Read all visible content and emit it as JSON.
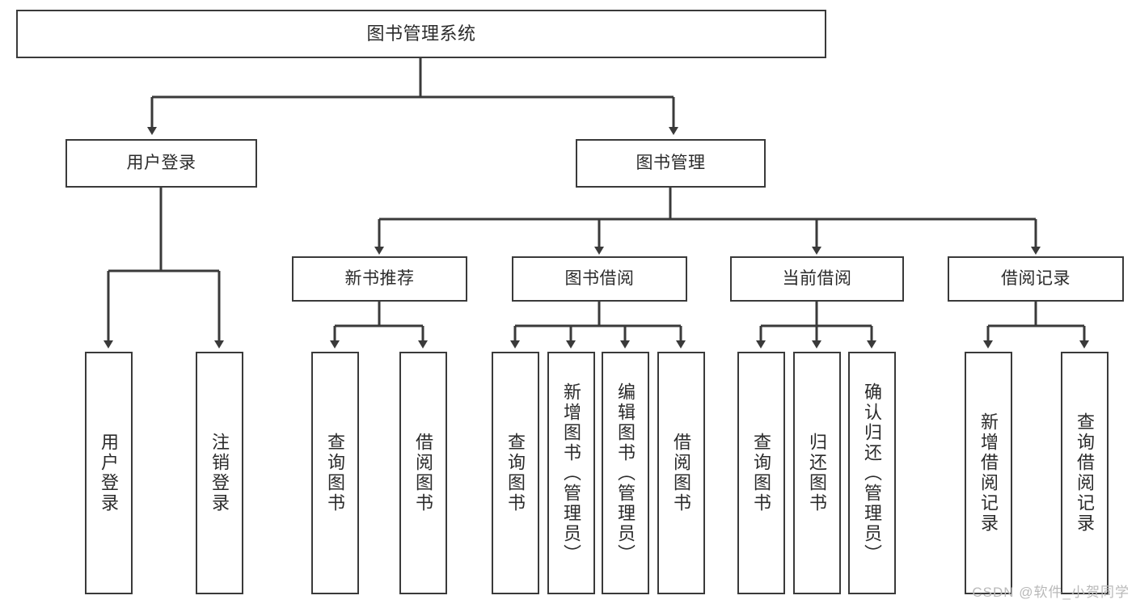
{
  "diagram": {
    "title_node": {
      "label": "图书管理系统"
    },
    "level1": [
      {
        "id": "user-login",
        "label": "用户登录"
      },
      {
        "id": "book-management",
        "label": "图书管理"
      }
    ],
    "level2": [
      {
        "id": "new-book-recommend",
        "label": "新书推荐"
      },
      {
        "id": "book-borrow",
        "label": "图书借阅"
      },
      {
        "id": "current-borrow",
        "label": "当前借阅"
      },
      {
        "id": "borrow-record",
        "label": "借阅记录"
      }
    ],
    "leaves": {
      "user_login": [
        {
          "id": "leaf-user-login",
          "label": "用户登录"
        },
        {
          "id": "leaf-logout-login",
          "label": "注销登录"
        }
      ],
      "new_book_recommend": [
        {
          "id": "leaf-query-book-1",
          "label": "查询图书"
        },
        {
          "id": "leaf-borrow-book-1",
          "label": "借阅图书"
        }
      ],
      "book_borrow": [
        {
          "id": "leaf-query-book-2",
          "label": "查询图书"
        },
        {
          "id": "leaf-add-book-admin",
          "label": "新增图书（管理员）"
        },
        {
          "id": "leaf-edit-book-admin",
          "label": "编辑图书（管理员）"
        },
        {
          "id": "leaf-borrow-book-2",
          "label": "借阅图书"
        }
      ],
      "current_borrow": [
        {
          "id": "leaf-query-book-3",
          "label": "查询图书"
        },
        {
          "id": "leaf-return-book",
          "label": "归还图书"
        },
        {
          "id": "leaf-confirm-return-admin",
          "label": "确认归还（管理员）"
        }
      ],
      "borrow_record": [
        {
          "id": "leaf-add-borrow-record",
          "label": "新增借阅记录"
        },
        {
          "id": "leaf-query-borrow-record",
          "label": "查询借阅记录"
        }
      ]
    },
    "watermark": "CSDN @软件_小贺同学",
    "colors": {
      "stroke": "#3a3a3a",
      "box_fill": "#ffffff",
      "text": "#2b2b2b",
      "watermark": "#b9b9b9",
      "background": "#ffffff"
    }
  }
}
